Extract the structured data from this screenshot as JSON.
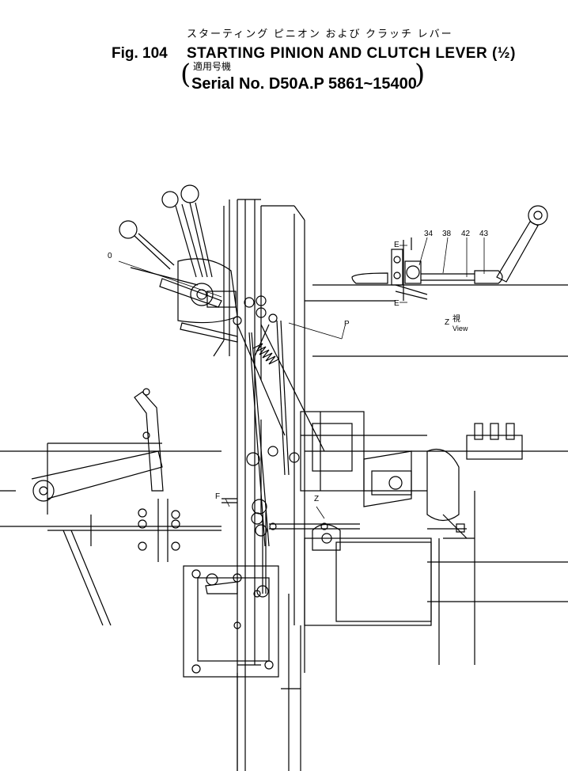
{
  "header": {
    "title_jp": "スターティング ピニオン および クラッチ レバー",
    "fig_number": "Fig. 104",
    "title_en": "STARTING PINION AND CLUTCH LEVER (½)",
    "serial_label_jp": "適用号機",
    "serial": "Serial No. D50A.P 5861~15400"
  },
  "callouts": {
    "d": "0",
    "p": "P",
    "f": "F",
    "z": "Z",
    "e_top": "E",
    "e_bottom": "E",
    "n34": "34",
    "n38": "38",
    "n42": "42",
    "n43": "43",
    "z_view": "Z",
    "view_jp": "視",
    "view_en": "View"
  },
  "colors": {
    "ink": "#000000",
    "paper": "#ffffff"
  }
}
